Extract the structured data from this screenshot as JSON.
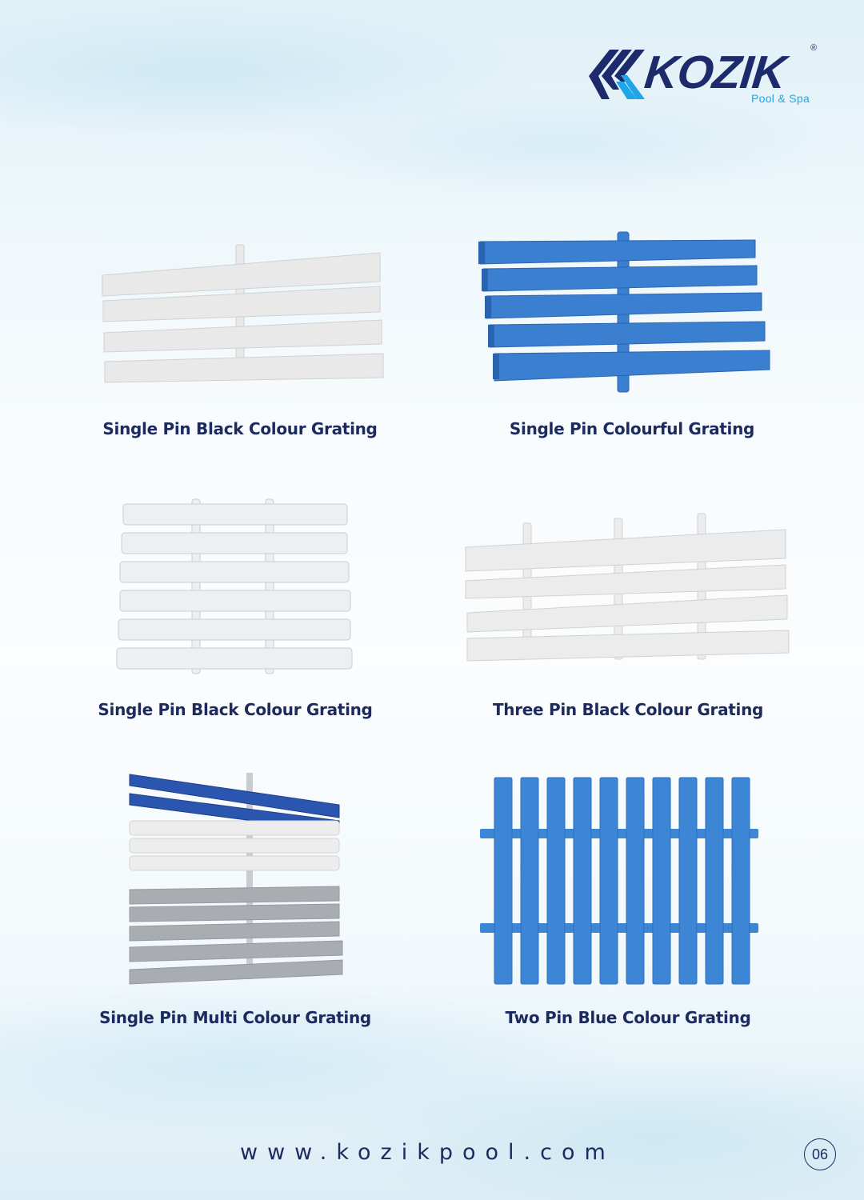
{
  "brand": {
    "name": "KOZIK",
    "tagline": "Pool & Spa",
    "registered_mark": "®",
    "colors": {
      "primary": "#1d2a6b",
      "accent": "#1ea6e6"
    }
  },
  "products": [
    {
      "caption": "Single Pin Black Colour Grating",
      "image": "white-single-pin-grating-4-bars",
      "color": "#eeeeee"
    },
    {
      "caption": "Single Pin Colourful Grating",
      "image": "blue-single-pin-grating-5-bars",
      "color": "#3a7fd0"
    },
    {
      "caption": "Single Pin Black Colour Grating",
      "image": "white-two-pin-grating-6-bars",
      "color": "#eef0f2"
    },
    {
      "caption": "Three Pin Black Colour Grating",
      "image": "white-three-pin-grating-4-bars",
      "color": "#eeeeee"
    },
    {
      "caption": "Single Pin Multi Colour Grating",
      "image": "multicolour-grating-blue-white-grey-10-bars",
      "colors": [
        "#2b56b0",
        "#ececec",
        "#a9adb1"
      ]
    },
    {
      "caption": "Two Pin Blue Colour Grating",
      "image": "blue-two-pin-vertical-grating-10-bars",
      "color": "#3d86d6"
    }
  ],
  "footer": {
    "website": "www.kozikpool.com",
    "page_number": "06"
  }
}
